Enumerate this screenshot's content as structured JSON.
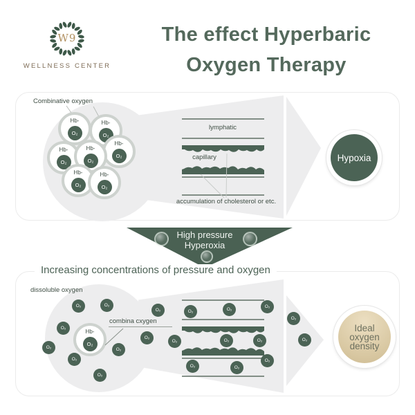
{
  "header": {
    "logo": {
      "monogram": "W9",
      "name": "WELLNESS CENTER"
    },
    "title_line1": "The effect Hyperbaric",
    "title_line2": "Oxygen Therapy"
  },
  "labels": {
    "hb": "Hb-",
    "o2": "O₂"
  },
  "top_panel": {
    "cluster_label": "Combinative oxygen",
    "lymphatic_label": "lymphatic",
    "capillary_label": "capillary",
    "note": "accumulation of cholesterol or etc.",
    "result": "Hypoxia"
  },
  "transition": {
    "line1": "High pressure",
    "line2": "Hyperoxia",
    "caption": "Increasing concentrations of pressure and oxygen"
  },
  "bottom_panel": {
    "dissolved_label": "dissoluble oxygen",
    "combined_label": "combina cxygen",
    "result_line1": "Ideal",
    "result_line2": "oxygen",
    "result_line3": "density"
  },
  "colors": {
    "green_dark": "#4b6355",
    "green_title": "#54695c",
    "arrow_green": "#4a6153",
    "blob_gray": "#ededee",
    "panel_border": "#ebebeb",
    "ring_gray": "#cdd2ce",
    "tan": "#d8c7a1",
    "logo_gold": "#b19060",
    "logo_brown": "#7d6b55"
  }
}
